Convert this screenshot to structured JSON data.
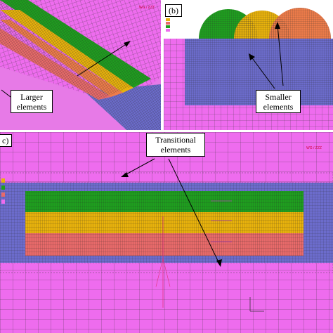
{
  "panel_a": {
    "callout_line1": "Larger",
    "callout_line2": "elements"
  },
  "panel_b": {
    "label": "(b)",
    "callout_line1": "Smaller",
    "callout_line2": "elements"
  },
  "panel_c": {
    "label": "c)",
    "callout_line1": "Transitional",
    "callout_line2": "elements"
  },
  "colors": {
    "base_mesh": "#ee6cee",
    "substrate": "#6c6ccc",
    "layer_green": "#1f9e1f",
    "layer_yellow": "#e8b20c",
    "layer_orange": "#ee7c4a",
    "layer_red": "#e86a6a",
    "mesh_line": "#3a3a3a",
    "arrow": "#000000",
    "background": "#ffffff"
  }
}
